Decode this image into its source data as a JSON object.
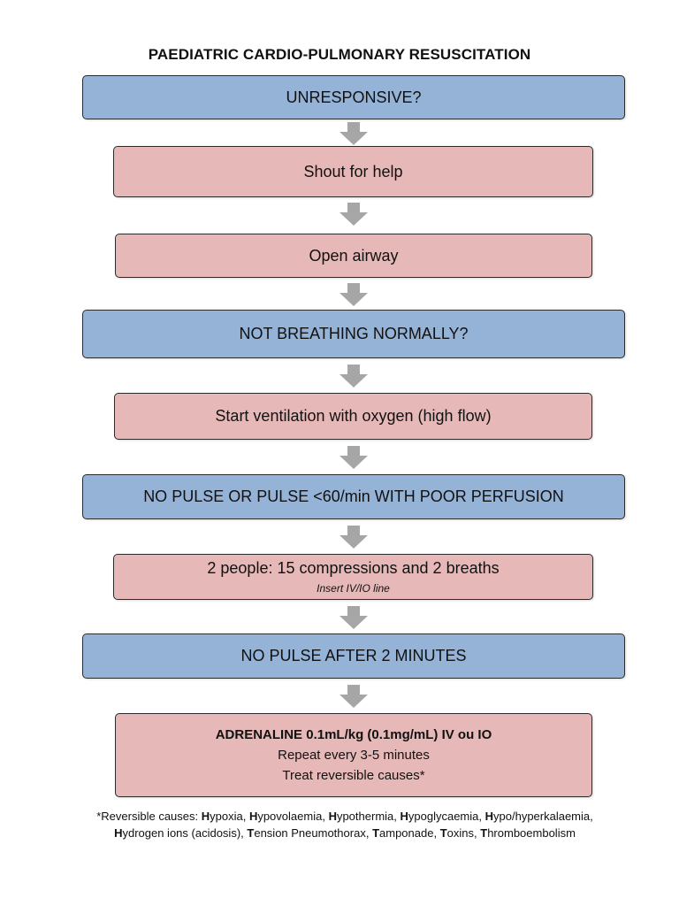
{
  "title": "PAEDIATRIC CARDIO-PULMONARY RESUSCITATION",
  "colors": {
    "blue_box": "#95b3d7",
    "pink_box": "#e6b9b8",
    "arrow": "#a6a6a6"
  },
  "steps": {
    "unresponsive": "UNRESPONSIVE?",
    "shout": "Shout for help",
    "airway": "Open airway",
    "not_breathing": "NOT BREATHING NORMALLY?",
    "ventilation": "Start ventilation with oxygen (high flow)",
    "no_pulse": "NO PULSE OR PULSE <60/min WITH POOR PERFUSION",
    "compressions": "2 people: 15 compressions and 2 breaths",
    "iv_line": "Insert IV/IO line",
    "no_pulse_2min": "NO PULSE AFTER 2 MINUTES",
    "adrenaline": "ADRENALINE 0.1mL/kg (0.1mg/mL) IV ou IO",
    "repeat": "Repeat every 3-5 minutes",
    "treat": "Treat reversible causes*"
  },
  "footnote": {
    "prefix": "*Reversible causes: ",
    "causes": [
      {
        "first": "H",
        "rest": "ypoxia"
      },
      {
        "first": "H",
        "rest": "ypovolaemia"
      },
      {
        "first": "H",
        "rest": "ypothermia"
      },
      {
        "first": "H",
        "rest": "ypoglycaemia"
      },
      {
        "first": "H",
        "rest": "ypo/hyperkalaemia"
      },
      {
        "first": "H",
        "rest": "ydrogen ions (acidosis)"
      },
      {
        "first": "T",
        "rest": "ension Pneumothorax"
      },
      {
        "first": "T",
        "rest": "amponade"
      },
      {
        "first": "T",
        "rest": "oxins"
      },
      {
        "first": "T",
        "rest": "hromboembolism"
      }
    ]
  }
}
